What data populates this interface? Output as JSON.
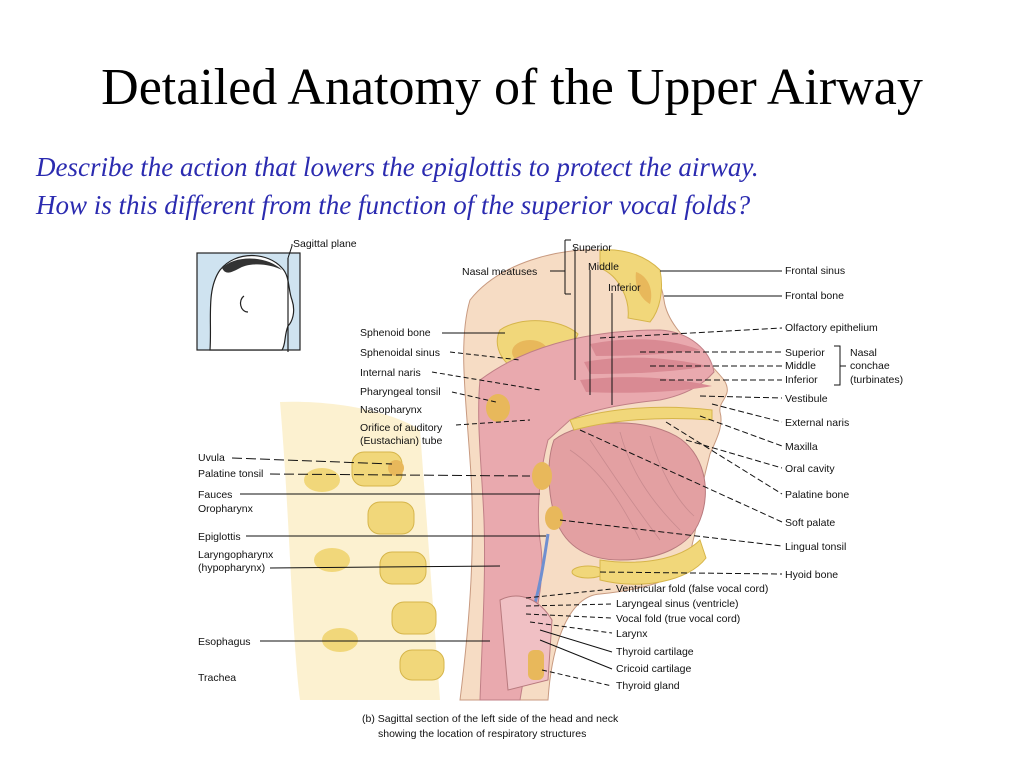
{
  "slide": {
    "title": "Detailed Anatomy of the Upper Airway",
    "question_1": "Describe the action that lowers the epiglottis  to protect the airway.",
    "question_2": "How is this different from the function of the superior vocal folds?"
  },
  "diagram": {
    "inset_label": "Sagittal plane",
    "labels": {
      "nasal_meatuses": "Nasal meatuses",
      "meatus_superior": "Superior",
      "meatus_middle": "Middle",
      "meatus_inferior": "Inferior",
      "frontal_sinus": "Frontal sinus",
      "frontal_bone": "Frontal bone",
      "olfactory_epithelium": "Olfactory epithelium",
      "concha_superior": "Superior",
      "concha_middle": "Middle",
      "concha_inferior": "Inferior",
      "nasal_conchae": "Nasal",
      "nasal_conchae_2": "conchae",
      "nasal_conchae_3": "(turbinates)",
      "vestibule": "Vestibule",
      "external_naris": "External naris",
      "maxilla": "Maxilla",
      "oral_cavity": "Oral cavity",
      "palatine_bone": "Palatine bone",
      "soft_palate": "Soft palate",
      "lingual_tonsil": "Lingual tonsil",
      "hyoid_bone": "Hyoid bone",
      "sphenoid_bone": "Sphenoid bone",
      "sphenoidal_sinus": "Sphenoidal sinus",
      "internal_naris": "Internal naris",
      "pharyngeal_tonsil": "Pharyngeal tonsil",
      "nasopharynx": "Nasopharynx",
      "orifice_auditory": "Orifice of auditory",
      "orifice_auditory_2": "(Eustachian) tube",
      "uvula": "Uvula",
      "palatine_tonsil": "Palatine tonsil",
      "fauces": "Fauces",
      "oropharynx": "Oropharynx",
      "epiglottis": "Epiglottis",
      "laryngopharynx": "Laryngopharynx",
      "laryngopharynx_2": "(hypopharynx)",
      "esophagus": "Esophagus",
      "trachea": "Trachea",
      "ventricular_fold": "Ventricular fold (false vocal cord)",
      "laryngeal_sinus": "Laryngeal sinus (ventricle)",
      "vocal_fold": "Vocal fold (true vocal cord)",
      "larynx": "Larynx",
      "thyroid_cartilage": "Thyroid cartilage",
      "cricoid_cartilage": "Cricoid cartilage",
      "thyroid_gland": "Thyroid gland"
    },
    "caption_1": "(b) Sagittal section of the left side of the head and neck",
    "caption_2": "showing the location of respiratory structures"
  },
  "colors": {
    "title": "#000000",
    "question": "#2b2bb0",
    "tissue": "#e9a9ae",
    "bone": "#f1d77a",
    "skin": "#f6dcc4"
  }
}
